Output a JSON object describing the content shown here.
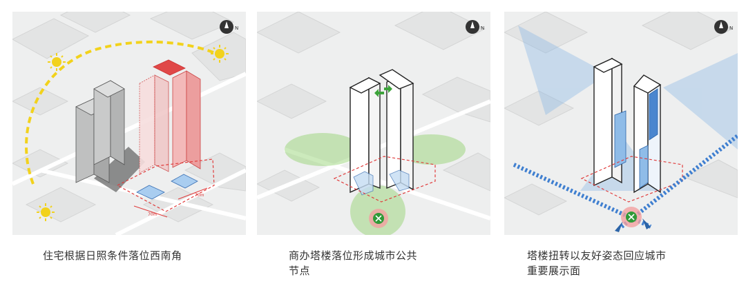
{
  "panels": [
    {
      "caption": "住宅根据日照条件落位西南角",
      "labels": {
        "dim_a": "70m",
        "dim_b": "70m"
      }
    },
    {
      "caption_line1": "商办塔楼落位形成城市公共",
      "caption_line2": "节点"
    },
    {
      "caption_line1": "塔楼扭转以友好姿态回应城市",
      "caption_line2": "重要展示面"
    }
  ],
  "colors": {
    "sun": "#f2d21c",
    "red": "#e03a3a",
    "green": "#6cc04a",
    "blue": "#3f7fd0",
    "metro_bg": "#f3a0a0",
    "metro": "#2f9a37"
  },
  "icons": [
    "compass-icon",
    "sun-icon",
    "metro-icon"
  ]
}
